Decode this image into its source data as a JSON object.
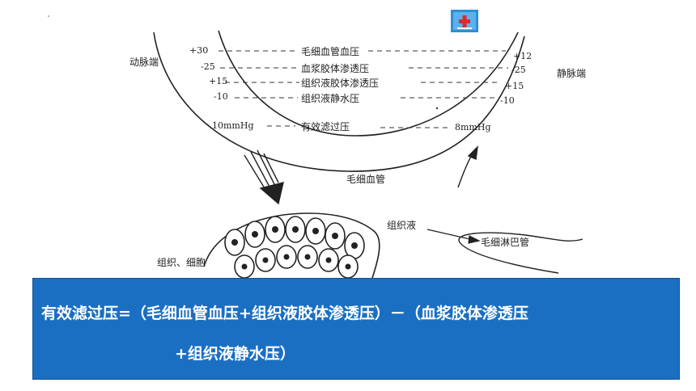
{
  "diagram": {
    "left_end": "动脉端",
    "right_end": "静脉端",
    "rows": [
      {
        "left": "+30",
        "label": "毛细血管血压",
        "right": "+12"
      },
      {
        "left": "-25",
        "label": "血浆胶体渗透压",
        "right": "-25"
      },
      {
        "left": "+15",
        "label": "组织液胶体渗透压",
        "right": "+15"
      },
      {
        "left": "-10",
        "label": "组织液静水压",
        "right": "-10"
      }
    ],
    "filtration": {
      "left": "10mmHg",
      "label": "有效滤过压",
      "right": "8mmHg"
    },
    "capillary": "毛细血管",
    "tissue_fluid": "组织液",
    "lymph_capillary": "毛细淋巴管",
    "tissue_cells": "组织、细胞"
  },
  "formula": {
    "line1": "有效滤过压=（毛细血管血压+组织液胶体渗透压）－（血浆胶体渗透压",
    "line2": "+组织液静水压）"
  },
  "colors": {
    "box": "#1b6fc2",
    "text": "#ffffff"
  },
  "icons": {
    "corner": "cross-badge-icon"
  }
}
